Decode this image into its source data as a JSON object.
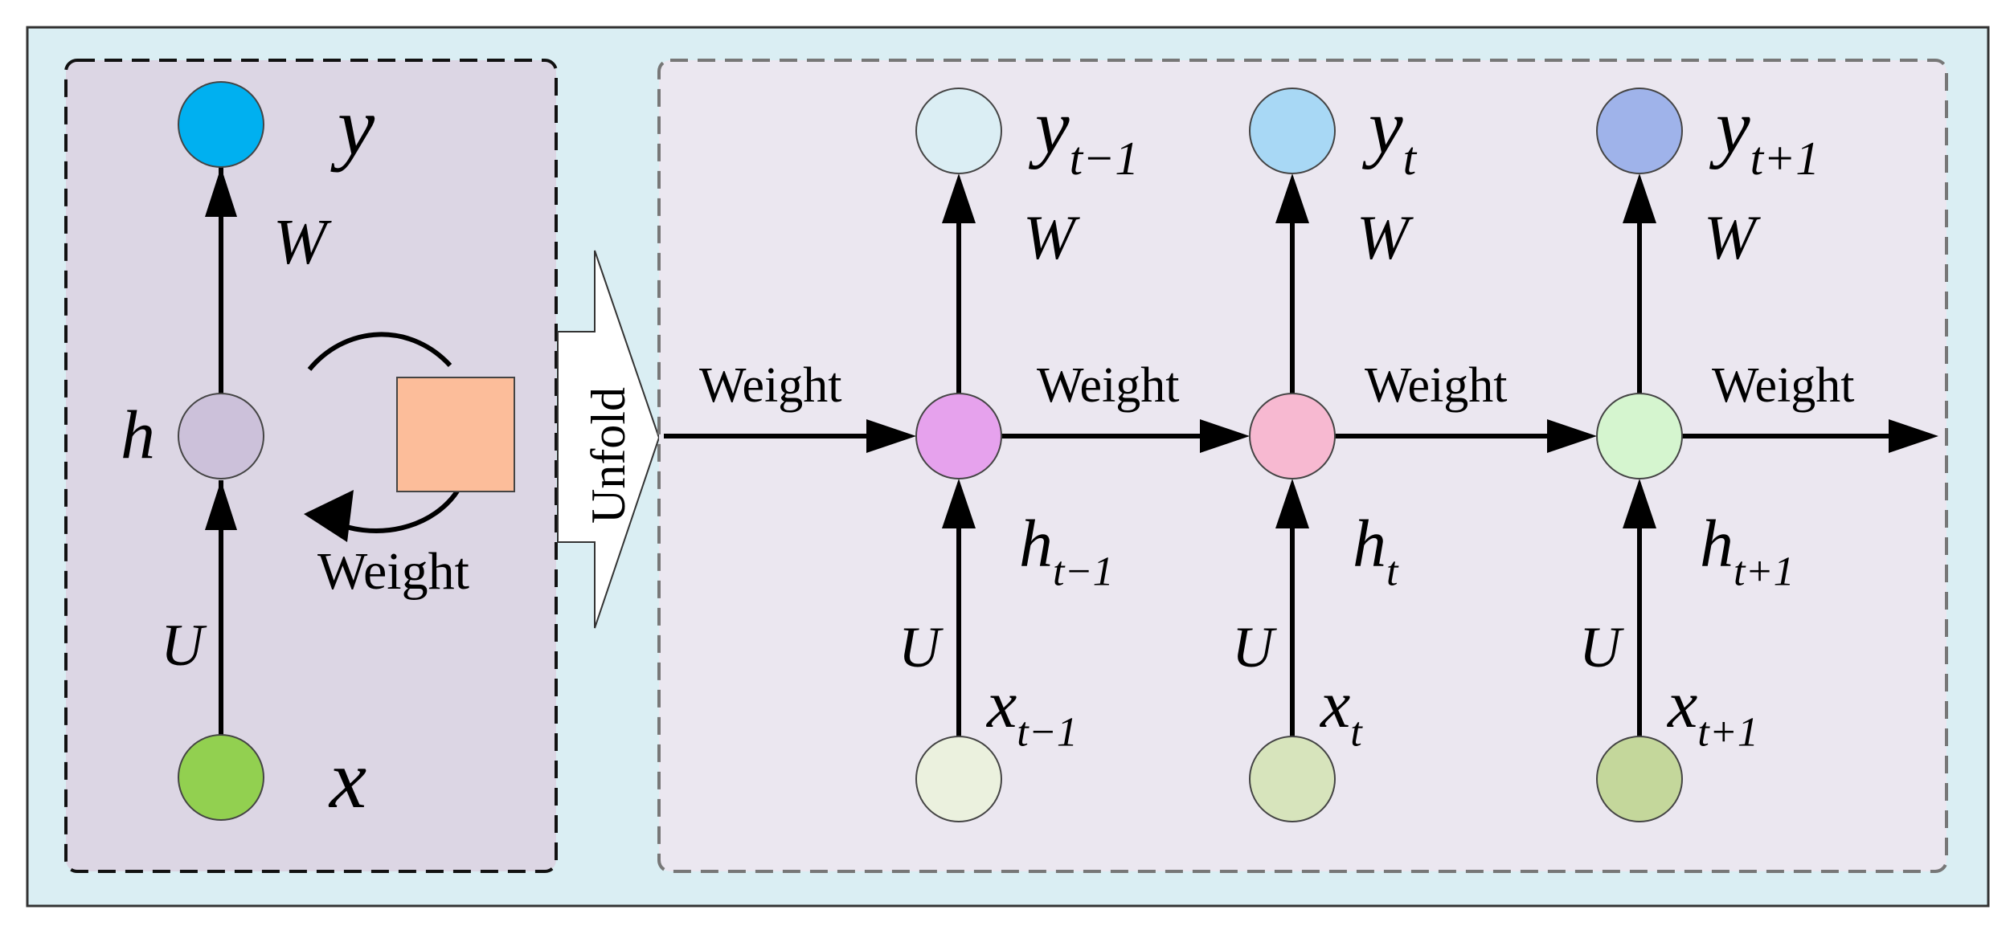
{
  "colors": {
    "outer_bg": "#daeef3",
    "left_panel_bg": "#dcd6e4",
    "right_panel_bg": "#ebe7f0",
    "node_stroke": "#444444",
    "left_y": "#00b0f0",
    "left_h": "#ccc1da",
    "left_x": "#92d050",
    "memory_box": "#fcbd9a",
    "y_nodes": [
      "#dbeef4",
      "#a8d8f5",
      "#9fb3ea"
    ],
    "h_nodes": [
      "#e6a2ed",
      "#f7b9d1",
      "#d5f5cf"
    ],
    "x_nodes": [
      "#ebf1de",
      "#d7e4bc",
      "#c4d79b"
    ]
  },
  "left": {
    "y_label": "y",
    "w_label": "W",
    "h_label": "h",
    "u_label": "U",
    "x_label": "x",
    "weight_label": "Weight"
  },
  "unfold_label": "Unfold",
  "steps": [
    {
      "y": "y",
      "y_sub": "t−1",
      "w": "W",
      "h": "h",
      "h_sub": "t−1",
      "u": "U",
      "x": "x",
      "x_sub": "t−1"
    },
    {
      "y": "y",
      "y_sub": "t",
      "w": "W",
      "h": "h",
      "h_sub": "t",
      "u": "U",
      "x": "x",
      "x_sub": "t"
    },
    {
      "y": "y",
      "y_sub": "t+1",
      "w": "W",
      "h": "h",
      "h_sub": "t+1",
      "u": "U",
      "x": "x",
      "x_sub": "t+1"
    }
  ],
  "weights": [
    "Weight",
    "Weight",
    "Weight",
    "Weight"
  ]
}
